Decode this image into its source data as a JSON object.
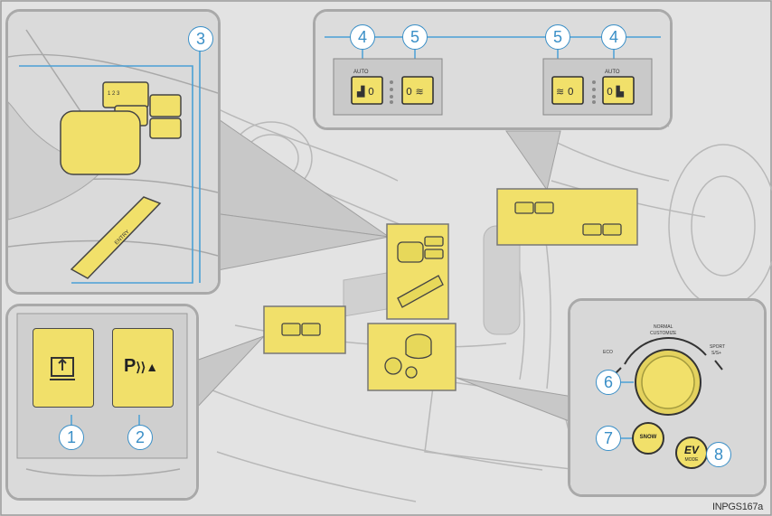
{
  "callouts": {
    "n1": "1",
    "n2": "2",
    "n3": "3",
    "n4a": "4",
    "n5a": "5",
    "n5b": "5",
    "n4b": "4",
    "n6": "6",
    "n7": "7",
    "n8": "8"
  },
  "seat_panel": {
    "auto_left": "AUTO",
    "auto_right": "AUTO"
  },
  "drive_mode": {
    "top_label_1": "NORMAL",
    "top_label_2": "CUSTOMIZE",
    "left_label": "ECO",
    "right_label_1": "SPORT",
    "right_label_2": "S/S+"
  },
  "buttons": {
    "snow": "SNOW",
    "ev_1": "EV",
    "ev_2": "MODE",
    "parking_symbol": "P"
  },
  "console_labels": {
    "entry": "ENTRY"
  },
  "figure_code": "INPGS167a",
  "colors": {
    "button_yellow": "#f1e06a",
    "callout_blue": "#3a8fc7",
    "panel_grey": "#d8d8d8"
  }
}
